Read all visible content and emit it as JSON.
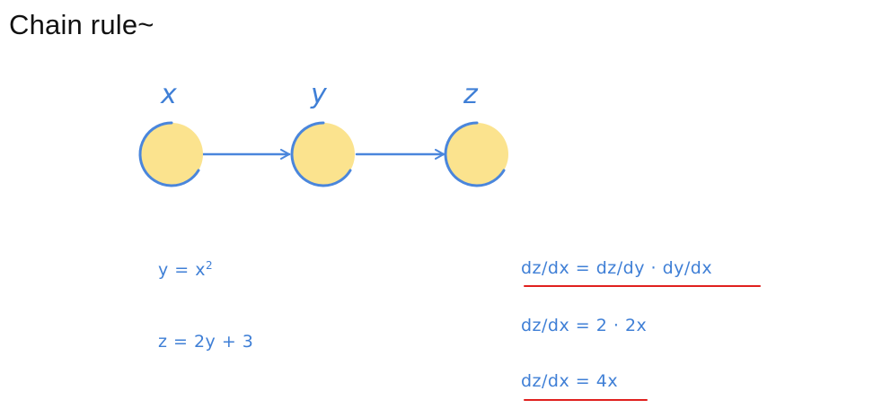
{
  "title": "Chain rule~",
  "nodes": [
    {
      "id": "x",
      "label": "x"
    },
    {
      "id": "y",
      "label": "y"
    },
    {
      "id": "z",
      "label": "z"
    }
  ],
  "edges": [
    {
      "from": "x",
      "to": "y"
    },
    {
      "from": "y",
      "to": "z"
    }
  ],
  "equations_left": [
    {
      "base": "y = x",
      "sup": "2"
    },
    {
      "text": "z = 2y + 3"
    }
  ],
  "equations_right": [
    {
      "text": "dz/dx = dz/dy · dy/dx",
      "underlined": true
    },
    {
      "text": "dz/dx = 2 · 2x",
      "underlined": false
    },
    {
      "text": "dz/dx = 4x",
      "underlined": true
    }
  ],
  "colors": {
    "node_fill": "#fbe38e",
    "node_stroke": "#4a86dc",
    "ink": "#3f7fd6",
    "underline": "#e0201e",
    "title": "#111111"
  }
}
